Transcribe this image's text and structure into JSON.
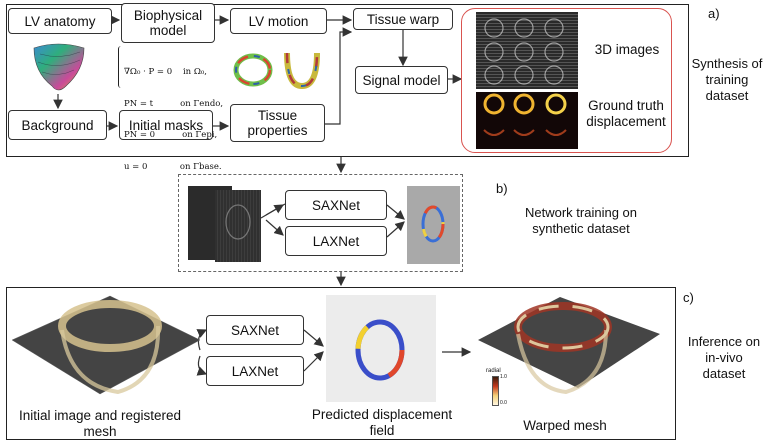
{
  "panels": {
    "a": {
      "tag": "a)",
      "caption": [
        "Synthesis of",
        "training",
        "dataset"
      ]
    },
    "b": {
      "tag": "b)",
      "caption": [
        "Network training on",
        "synthetic dataset"
      ]
    },
    "c": {
      "tag": "c)",
      "caption": [
        "Inference on",
        "in-vivo",
        "dataset"
      ]
    }
  },
  "synthesis": {
    "lv_anatomy": "LV anatomy",
    "biophysical_model": [
      "Biophysical",
      "model"
    ],
    "lv_motion": "LV motion",
    "tissue_warp": "Tissue warp",
    "signal_model": "Signal model",
    "background": "Background",
    "initial_masks": "Initial masks",
    "tissue_properties": [
      "Tissue",
      "properties"
    ],
    "images_3d": "3D images",
    "ground_truth": [
      "Ground truth",
      "displacement"
    ],
    "equations": [
      "∇Ω₀ · P = 0    in Ω₀,",
      "PN = t          on Γendo,",
      "PN = 0          on Γepi,",
      "u = 0            on Γbase."
    ]
  },
  "training": {
    "saxnet": "SAXNet",
    "laxnet": "LAXNet"
  },
  "inference": {
    "saxnet": "SAXNet",
    "laxnet": "LAXNet",
    "input_caption": [
      "Initial image and registered",
      "mesh"
    ],
    "predicted_caption": [
      "Predicted displacement",
      "field"
    ],
    "warped_caption": "Warped mesh",
    "colorbar": {
      "title": "radial",
      "max": "1.0",
      "min": "0.0"
    }
  }
}
